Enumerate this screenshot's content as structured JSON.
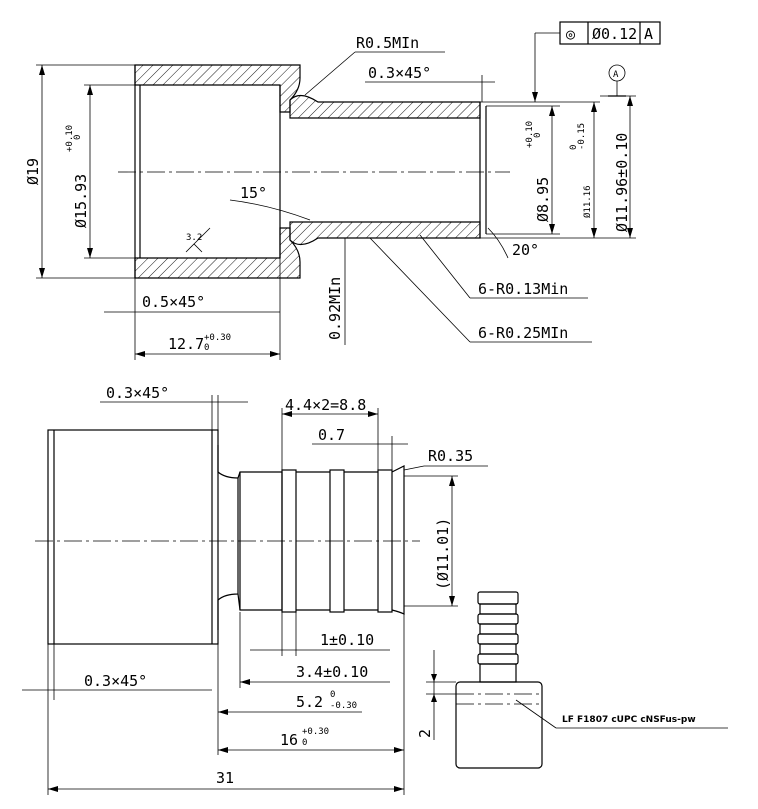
{
  "top_view": {
    "r05min": "R0.5MIn",
    "chamfer_03": "0.3×45°",
    "gtol_symbol": "◎",
    "gtol_value": "Ø0.12",
    "gtol_datum": "A",
    "datum_label": "A",
    "dia19": "Ø19",
    "dia1593": "Ø15.93",
    "dia1593_tol_up": "+0.10",
    "dia1593_tol_low": "0",
    "angle15": "15°",
    "surface": "3.2",
    "chamfer_05": "0.5×45°",
    "len127": "12.7",
    "len127_tol_up": "+0.30",
    "len127_tol_low": "0",
    "min092": "0.92MIn",
    "dia895": "Ø8.95",
    "dia895_tol_up": "+0.10",
    "dia895_tol_low": "0",
    "dia1116": "Ø11.16",
    "dia1116_tol_up": "0",
    "dia1116_tol_low": "-0.15",
    "dia1196": "Ø11.96±0.10",
    "angle20": "20°",
    "r013": "6-R0.13Min",
    "r025": "6-R0.25MIn"
  },
  "bottom_view": {
    "chamfer_top": "0.3×45°",
    "pitch": "4.4×2=8.8",
    "len07": "0.7",
    "r035": "R0.35",
    "dia1101": "(Ø11.01)",
    "d1": "1±0.10",
    "d34": "3.4±0.10",
    "d52": "5.2",
    "d52_tol_up": "0",
    "d52_tol_low": "-0.30",
    "chamfer_bot": "0.3×45°",
    "d16": "16",
    "d16_tol_up": "+0.30",
    "d16_tol_low": "0",
    "d31": "31"
  },
  "iso_view": {
    "dim2": "2",
    "marking": "LF F1807 cUPC cNSFus-pw"
  }
}
